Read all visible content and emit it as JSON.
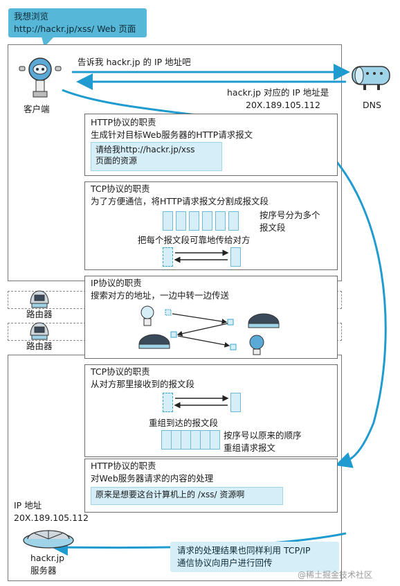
{
  "callout_top": {
    "line1": "我想浏览",
    "line2": "http://hackr.jp/xss/ Web 页面"
  },
  "client": {
    "label": "客户端",
    "icon": "robot-client-icon"
  },
  "dns": {
    "label": "DNS",
    "icon": "dns-server-icon",
    "request": "告诉我 hackr.jp 的 IP 地址吧",
    "reply_line1": "hackr.jp 对应的 IP 地址是",
    "reply_line2": "20X.189.105.112"
  },
  "http_client": {
    "title": "HTTP协议的职责",
    "desc": "生成针对目标Web服务器的HTTP请求报文",
    "msg_line1": "请给我http://hackr.jp/xss",
    "msg_line2": "页面的资源"
  },
  "tcp_client": {
    "title": "TCP协议的职责",
    "desc": "为了方便通信，将HTTP请求报文分割成报文段",
    "note_line1": "按序号分为多个",
    "note_line2": "报文段",
    "reliable": "把每个报文段可靠地传给对方"
  },
  "ip_layer": {
    "title": "IP协议的职责",
    "desc": "搜索对方的地址，一边中转一边传送"
  },
  "routers": [
    {
      "label": "路由器"
    },
    {
      "label": "路由器"
    }
  ],
  "tcp_server": {
    "title": "TCP协议的职责",
    "desc": "从对方那里接收到的报文段",
    "reassembled": "重组到达的报文段",
    "note_line1": "按序号以原来的顺序",
    "note_line2": "重组请求报文"
  },
  "http_server": {
    "title": "HTTP协议的职责",
    "desc": "对Web服务器请求的内容的处理",
    "msg": "原来是想要这台计算机上的 /xss/ 资源啊"
  },
  "server": {
    "ip_label": "IP 地址",
    "ip_value": "20X.189.105.112",
    "name_line1": "hackr.jp",
    "name_line2": "服务器",
    "icon": "web-server-icon"
  },
  "response": {
    "line1": "请求的处理结果也同样利用 TCP/IP",
    "line2": "通信协议向用户进行回传"
  },
  "watermark": "@稀土掘金技术社区",
  "colors": {
    "accent": "#57b7d8",
    "arrow": "#1f9bd0",
    "light": "#d5eef8",
    "border": "#6b6b6b"
  }
}
